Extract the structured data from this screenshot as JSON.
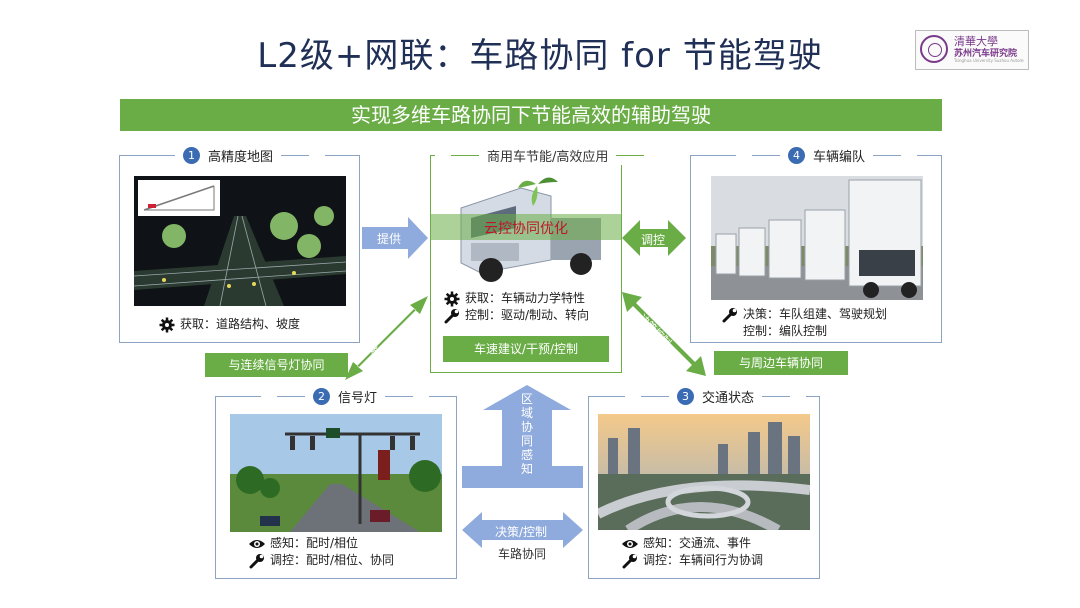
{
  "title": "L2级+网联：车路协同 for 节能驾驶",
  "logo": {
    "line1": "清華大學",
    "line2": "苏州汽车研究院",
    "line3": "Tsinghua University Suzhou Automotive Research Institute"
  },
  "banner": "实现多维车路协同下节能高效的辅助驾驶",
  "panels": {
    "map": {
      "num": "1",
      "title": "高精度地图",
      "info1": "获取：道路结构、坡度"
    },
    "center": {
      "title": "商用车节能/高效应用",
      "overlay": "云控协同优化",
      "info1": "获取：车辆动力学特性",
      "info2": "控制：驱动/制动、转向",
      "button": "车速建议/干预/控制"
    },
    "platoon": {
      "num": "4",
      "title": "车辆编队",
      "info1": "决策：车队组建、驾驶规划",
      "info2": "控制：编队控制"
    },
    "signal": {
      "num": "2",
      "title": "信号灯",
      "info1": "感知：配时/相位",
      "info2": "调控：配时/相位、协同"
    },
    "traffic": {
      "num": "3",
      "title": "交通状态",
      "info1": "感知：交通流、事件",
      "info2": "调控：车辆间行为协调"
    }
  },
  "arrows": {
    "provide": "提供",
    "regulate": "调控",
    "left_diag": "控制决策",
    "right_diag": "决策控制",
    "region": "区域协同感知",
    "bottom_top": "决策/控制",
    "bottom_bottom": "车路协同"
  },
  "labels": {
    "signal_coop": "与连续信号灯协同",
    "vehicle_coop": "与周边车辆协同"
  },
  "colors": {
    "green": "#6aad46",
    "blue_arrow": "#8faadc",
    "panel_border": "#8da3c4",
    "num_blue": "#3b6cb3"
  },
  "icons": [
    "gear-icon",
    "wrench-icon",
    "eye-icon"
  ]
}
